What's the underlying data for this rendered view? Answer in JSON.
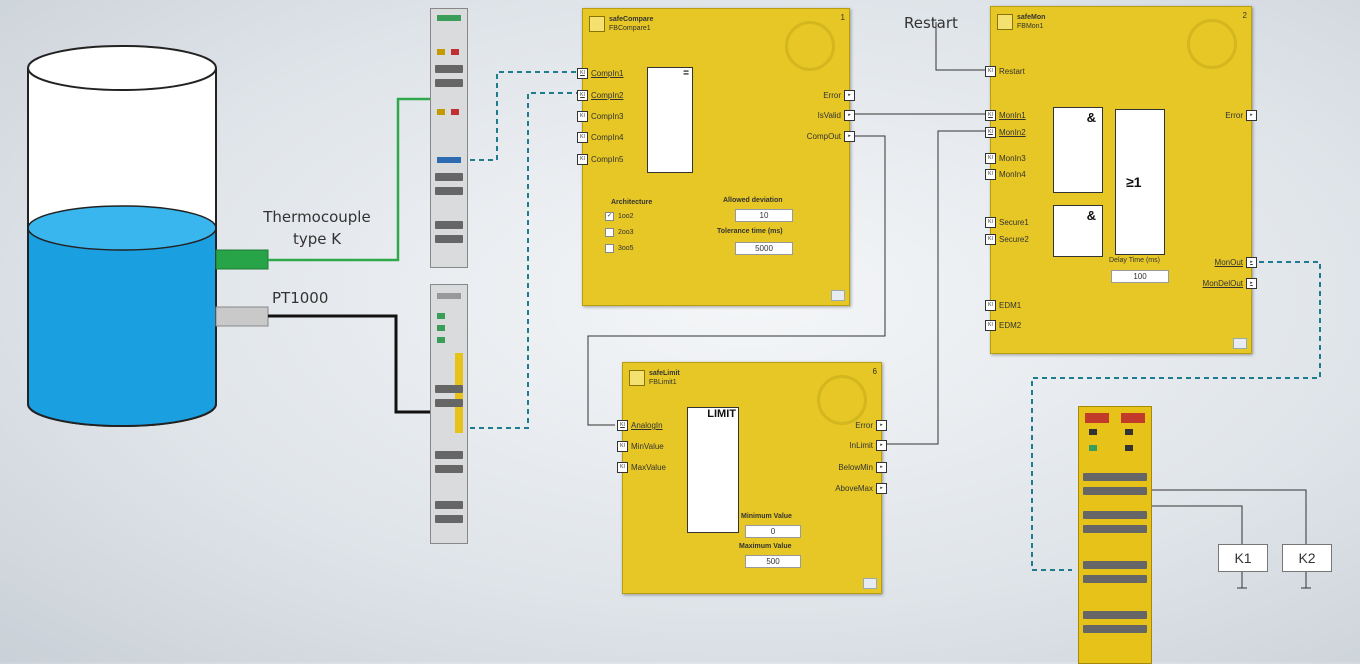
{
  "tank": {
    "sensor1_label": "Thermocouple\ntype K",
    "sensor2_label": "PT1000"
  },
  "fb_compare": {
    "type": "safeCompare",
    "instance": "FBCompare1",
    "number": "1",
    "inputs": [
      "CompIn1",
      "CompIn2",
      "CompIn3",
      "CompIn4",
      "CompIn5"
    ],
    "outputs": [
      "Error",
      "IsValid",
      "CompOut"
    ],
    "inner_symbol": "=",
    "architecture_label": "Architecture",
    "options": [
      "1oo2",
      "2oo3",
      "3oo5"
    ],
    "deviation_label": "Allowed deviation",
    "deviation_value": "10",
    "tolerance_label": "Tolerance time (ms)",
    "tolerance_value": "5000"
  },
  "fb_mon": {
    "restart_label": "Restart",
    "type": "safeMon",
    "instance": "FBMon1",
    "number": "2",
    "inputs": [
      "Restart",
      "MonIn1",
      "MonIn2",
      "MonIn3",
      "MonIn4",
      "Secure1",
      "Secure2",
      "EDM1",
      "EDM2"
    ],
    "outputs": [
      "Error",
      "MonOut",
      "MonDelOut"
    ],
    "and_symbol": "&",
    "or_symbol": "≥1",
    "delay_label": "Delay Time (ms)",
    "delay_value": "100"
  },
  "fb_limit": {
    "type": "safeLimit",
    "instance": "FBLimit1",
    "number": "6",
    "inputs": [
      "AnalogIn",
      "MinValue",
      "MaxValue"
    ],
    "outputs": [
      "Error",
      "InLimit",
      "BelowMin",
      "AboveMax"
    ],
    "inner_symbol": "LIMIT",
    "min_label": "Minimum Value",
    "min_value": "0",
    "max_label": "Maximum Value",
    "max_value": "500"
  },
  "relays": [
    "K1",
    "K2"
  ],
  "colors": {
    "water": "#1a9fe0",
    "fb_yellow": "#e6c725",
    "thermocouple_wire": "#2ea84a",
    "pt1000_wire": "#111111",
    "fieldbus_dashed": "#1f7c8e"
  }
}
